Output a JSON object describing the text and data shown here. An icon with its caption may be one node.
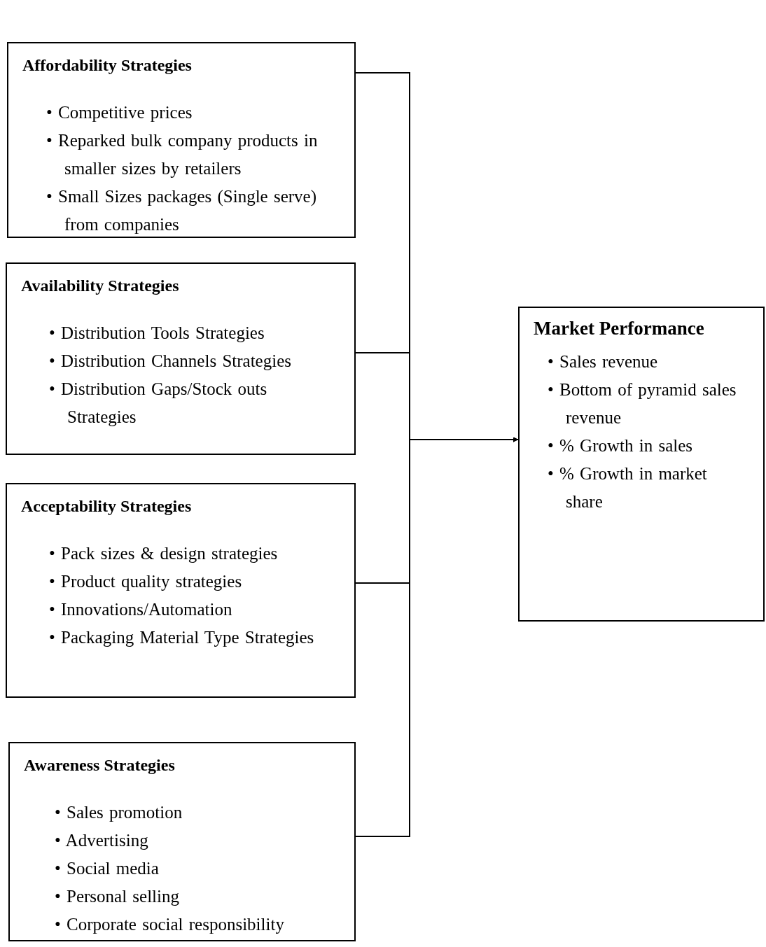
{
  "diagram": {
    "nodes": [
      {
        "text": [
          "Affordability Strategies",
          "• Competitive prices",
          "• Reparked bulk company products in smaller sizes by retailers",
          "• Small Sizes packages (Single serve) from companies"
        ]
      },
      {
        "text": [
          "Availability Strategies",
          "• Distribution Tools Strategies",
          "• Distribution Channels Strategies",
          "• Distribution Gaps/Stock outs Strategies"
        ]
      },
      {
        "text": [
          "Acceptability Strategies",
          "• Pack sizes & design strategies",
          "• Product quality strategies",
          "• Innovations/Automation",
          "• Packaging Material Type Strategies"
        ]
      },
      {
        "text": [
          "Awareness Strategies",
          "• Sales promotion",
          "• Advertising",
          "• Social media",
          "• Personal selling",
          "• Corporate social responsibility"
        ]
      },
      {
        "text": [
          "Market Performance",
          "• Sales revenue",
          "• Bottom of pyramid sales revenue",
          "• % Growth in sales",
          "• % Growth in market share"
        ]
      }
    ],
    "edges": [
      {
        "from": 0,
        "to": 4,
        "arrow": "to"
      },
      {
        "from": 1,
        "to": 4,
        "arrow": "to"
      },
      {
        "from": 2,
        "to": 4,
        "arrow": "to"
      },
      {
        "from": 3,
        "to": 4,
        "arrow": "to"
      }
    ]
  }
}
